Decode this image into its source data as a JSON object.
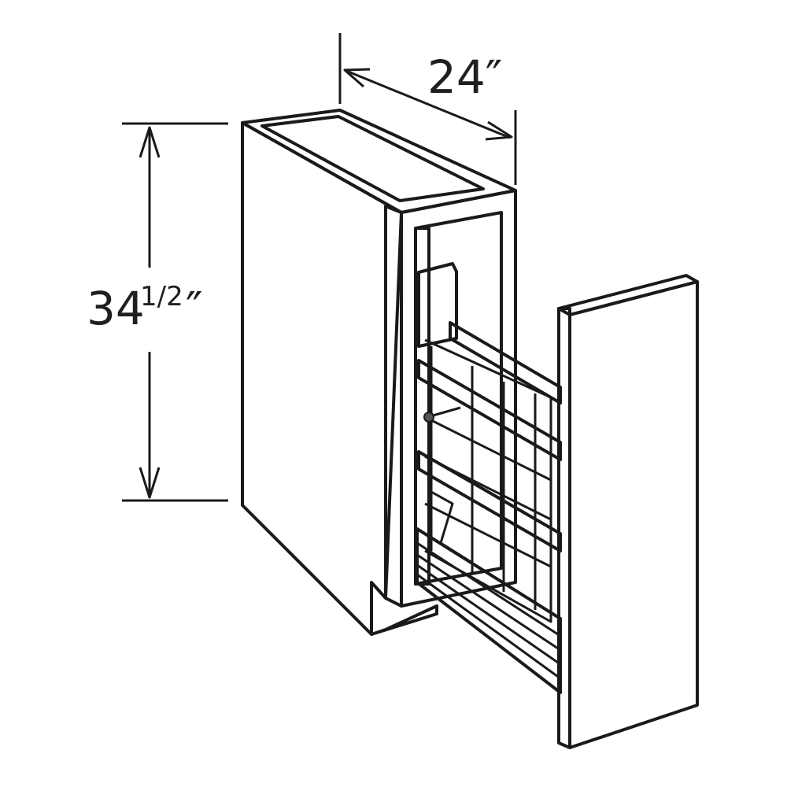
{
  "dimensions": {
    "depth_label": "24″",
    "height_whole": "34",
    "height_fraction": "1/2",
    "height_mark": "″"
  },
  "colors": {
    "line": "#1a1a1a",
    "panel_light": "#d4d5d7",
    "panel_mid": "#bcbec1",
    "interior_dark": "#a3a5a8",
    "face_white": "#f3f3f3",
    "background": "#ffffff"
  }
}
